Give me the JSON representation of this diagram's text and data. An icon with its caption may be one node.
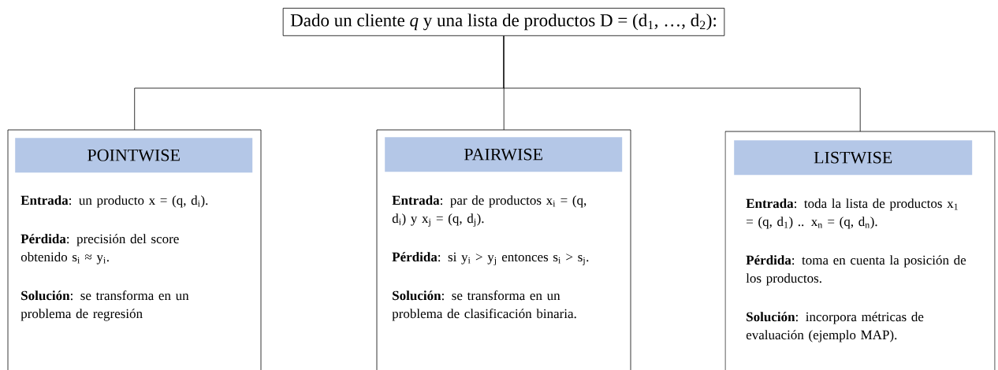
{
  "diagram": {
    "nodes": [
      {
        "text": [
          "Dado un cliente *q* y una lista de productos D = (d$_{1}$, …, d$_{2}$):"
        ]
      },
      {
        "text": [
          "**Entrada**: un producto x = (q, d$_{i}$).",
          "**Pérdida**: precisión del score obtenido s$_{i}$ ≈ y$_{i}$.",
          "**Solución**: se transforma en un problema de regresión"
        ]
      },
      {
        "text": [
          "POINTWISE"
        ],
        "in": 1
      },
      {
        "text": [
          "**Entrada**: par de productos x$_{i}$ = (q, d$_{i}$) y x$_{j}$ = (q, d$_{j}$).",
          "**Pérdida**: si y$_{i}$ > y$_{j}$ entonces s$_{i}$ > s$_{j}$.",
          "**Solución**: se transforma en un problema de clasificación binaria."
        ]
      },
      {
        "text": [
          "PAIRWISE"
        ],
        "in": 3
      },
      {
        "text": [
          "**Entrada**: toda la lista de productos x$_{1}$ = (q, d$_{1}$) .. x$_{n}$ = (q, d$_{n}$).",
          "**Pérdida**: toma en cuenta la posición de los productos.",
          "**Solución**: incorpora métricas de evaluación (ejemplo MAP)."
        ]
      },
      {
        "text": [
          "LISTWISE"
        ],
        "in": 5
      }
    ],
    "edges": [
      {
        "from": 0,
        "to": 1,
        "arrow": "none"
      },
      {
        "from": 0,
        "to": 3,
        "arrow": "none"
      },
      {
        "from": 0,
        "to": 5,
        "arrow": "none"
      }
    ]
  }
}
